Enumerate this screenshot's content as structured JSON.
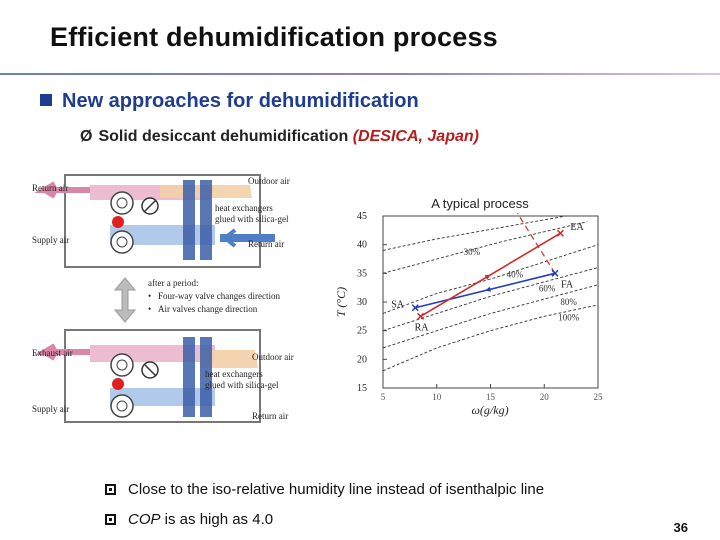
{
  "slide": {
    "title": "Efficient dehumidification process",
    "page_number": "36"
  },
  "bullet_main": "New approaches for dehumidification",
  "sub_bullet": {
    "arrow": "Ø",
    "text": "Solid desiccant dehumidification ",
    "highlight": "(DESICA, Japan)"
  },
  "schematic": {
    "top": {
      "return_air": "Return air",
      "outdoor_air": "Outdoor air",
      "supply_air": "Supply air",
      "return_air_right": "Return air",
      "hx_line1": "heat exchangers",
      "hx_line2": "glued with silica-gel"
    },
    "period": {
      "head": "after a period:",
      "item1": "Four-way valve changes direction",
      "item2": "Air valves change direction"
    },
    "bottom": {
      "exhaust_air": "Exhaust air",
      "outdoor_air": "Outdoor air",
      "supply_air": "Supply air",
      "return_air": "Return air",
      "hx_line1": "heat exchangers",
      "hx_line2": "glued with silica-gel"
    }
  },
  "chart": {
    "title": "A typical process",
    "ylabel": "T (°C)",
    "xlabel": "ω(g/kg)",
    "yticks": [
      "15",
      "20",
      "25",
      "30",
      "35",
      "40",
      "45"
    ],
    "xticks": [
      "5",
      "10",
      "15",
      "20",
      "25"
    ],
    "rh_labels": [
      "30%",
      "40%",
      "60%",
      "80%",
      "100%"
    ],
    "point_labels": {
      "ea": "EA",
      "fa": "FA",
      "sa": "SA",
      "ra": "RA"
    }
  },
  "chart_data": {
    "type": "line",
    "title": "A typical process",
    "xlabel": "ω(g/kg)",
    "ylabel": "T (°C)",
    "xlim": [
      5,
      25
    ],
    "ylim": [
      15,
      45
    ],
    "grid": false,
    "points": [
      {
        "label": "EA",
        "x": 21.5,
        "y": 42
      },
      {
        "label": "FA",
        "x": 21,
        "y": 35
      },
      {
        "label": "SA",
        "x": 8,
        "y": 29
      },
      {
        "label": "RA",
        "x": 8.5,
        "y": 27.5
      }
    ],
    "series": [
      {
        "color": "#1f3dbf",
        "x": [
          21,
          8
        ],
        "y": [
          35,
          29
        ]
      },
      {
        "color": "#d42a2a",
        "x": [
          8.5,
          21.5
        ],
        "y": [
          27.5,
          42
        ]
      }
    ],
    "annotations": [
      "30%",
      "40%",
      "60%",
      "80%",
      "100%"
    ]
  },
  "footnotes": {
    "line1": "Close to the iso-relative humidity line instead of isenthalpic line",
    "line2_em": "COP",
    "line2_rest": " is as high as 4.0"
  },
  "colors": {
    "title_blue": "#1f3d8f",
    "accent_red": "#b71c1c",
    "line_blue": "#1f3dbf",
    "line_red": "#d42a2a"
  }
}
